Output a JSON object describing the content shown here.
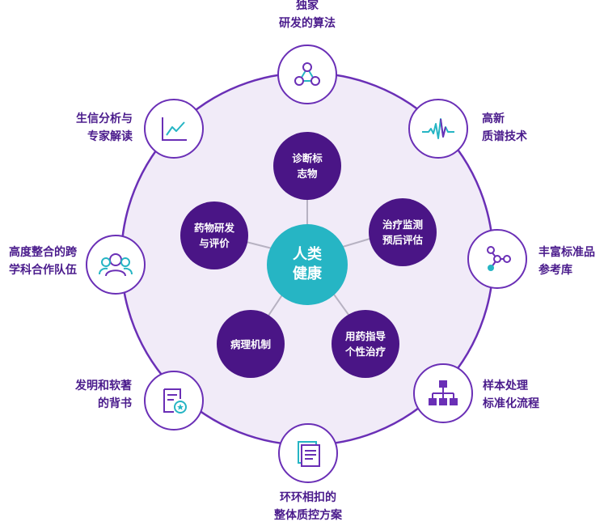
{
  "center": {
    "label": "人类\n健康"
  },
  "inner_nodes": [
    {
      "id": "biomarker",
      "label": "诊断标\n志物"
    },
    {
      "id": "monitoring",
      "label": "治疗监测\n预后评估"
    },
    {
      "id": "medication",
      "label": "用药指导\n个性治疗"
    },
    {
      "id": "pathology",
      "label": "病理机制"
    },
    {
      "id": "drug-research",
      "label": "药物研发\n与评价"
    }
  ],
  "outer_nodes": [
    {
      "id": "algorithm",
      "label": "独家\n研发的算法",
      "icon": "network-nodes-icon"
    },
    {
      "id": "mass-spec",
      "label": "高新\n质谱技术",
      "icon": "spectrum-waveform-icon"
    },
    {
      "id": "reference",
      "label": "丰富标准品\n参考库",
      "icon": "molecule-icon"
    },
    {
      "id": "sample",
      "label": "样本处理\n标准化流程",
      "icon": "hierarchy-icon"
    },
    {
      "id": "quality",
      "label": "环环相扣的\n整体质控方案",
      "icon": "document-stack-icon"
    },
    {
      "id": "patents",
      "label": "发明和软著\n的背书",
      "icon": "certificate-icon"
    },
    {
      "id": "team",
      "label": "高度整合的跨\n学科合作队伍",
      "icon": "team-icon"
    },
    {
      "id": "bioinfo",
      "label": "生信分析与\n专家解读",
      "icon": "line-chart-icon"
    }
  ],
  "colors": {
    "ring_fill": "#f1ebf8",
    "ring_stroke": "#6a2fb6",
    "inner_node": "#4a1586",
    "center": "#26b5c4",
    "label_text": "#4a1b8c",
    "icon_teal": "#26b5c4",
    "icon_purple": "#6a2fb6"
  }
}
